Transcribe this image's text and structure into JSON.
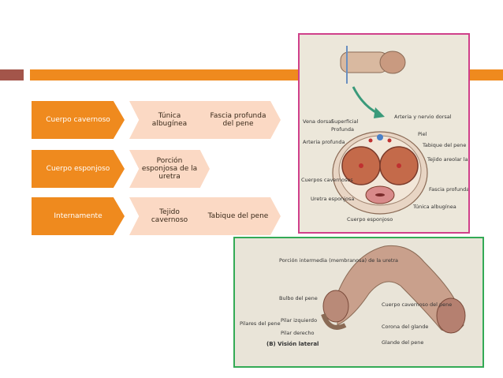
{
  "rows": [
    {
      "primary": "Cuerpo cavernoso",
      "items": [
        "Túnica albugínea",
        "Fascia profunda del pene"
      ]
    },
    {
      "primary": "Cuerpo esponjoso",
      "items": [
        "Porción esponjosa de la uretra"
      ]
    },
    {
      "primary": "Internamente",
      "items": [
        "Tejido cavernoso",
        "Tabique del pene"
      ]
    }
  ],
  "figure1": {
    "labels": {
      "vena_dorsal": "Vena dorsal",
      "superficial": "Superficial",
      "profunda": "Profunda",
      "arteria_nervio": "Arteria y nervio dorsal",
      "piel": "Piel",
      "arteria_profunda": "Arteria profunda",
      "tabique": "Tabique del pene",
      "tejido_areolar": "Tejido areolar laxo",
      "cuerpos_cavernosos": "Cuerpos cavernosos",
      "fascia_profunda": "Fascia profunda",
      "uretra_esponjosa": "Uretra esponjosa",
      "tunica_albuginea": "Túnica albugínea",
      "cuerpo_esponjoso": "Cuerpo esponjoso"
    }
  },
  "figure2": {
    "caption": "(B) Visión lateral",
    "labels": {
      "porcion_intermedia": "Porción intermedia (membranosa) de la uretra",
      "bulbo": "Bulbo del pene",
      "pilares": "Pilares del pene",
      "pilar_izq": "Pilar izquierdo",
      "pilar_der": "Pilar derecho",
      "cuerpo_cavernoso": "Cuerpo cavernoso del pene",
      "corona": "Corona del glande",
      "glande": "Glande del pene"
    }
  }
}
